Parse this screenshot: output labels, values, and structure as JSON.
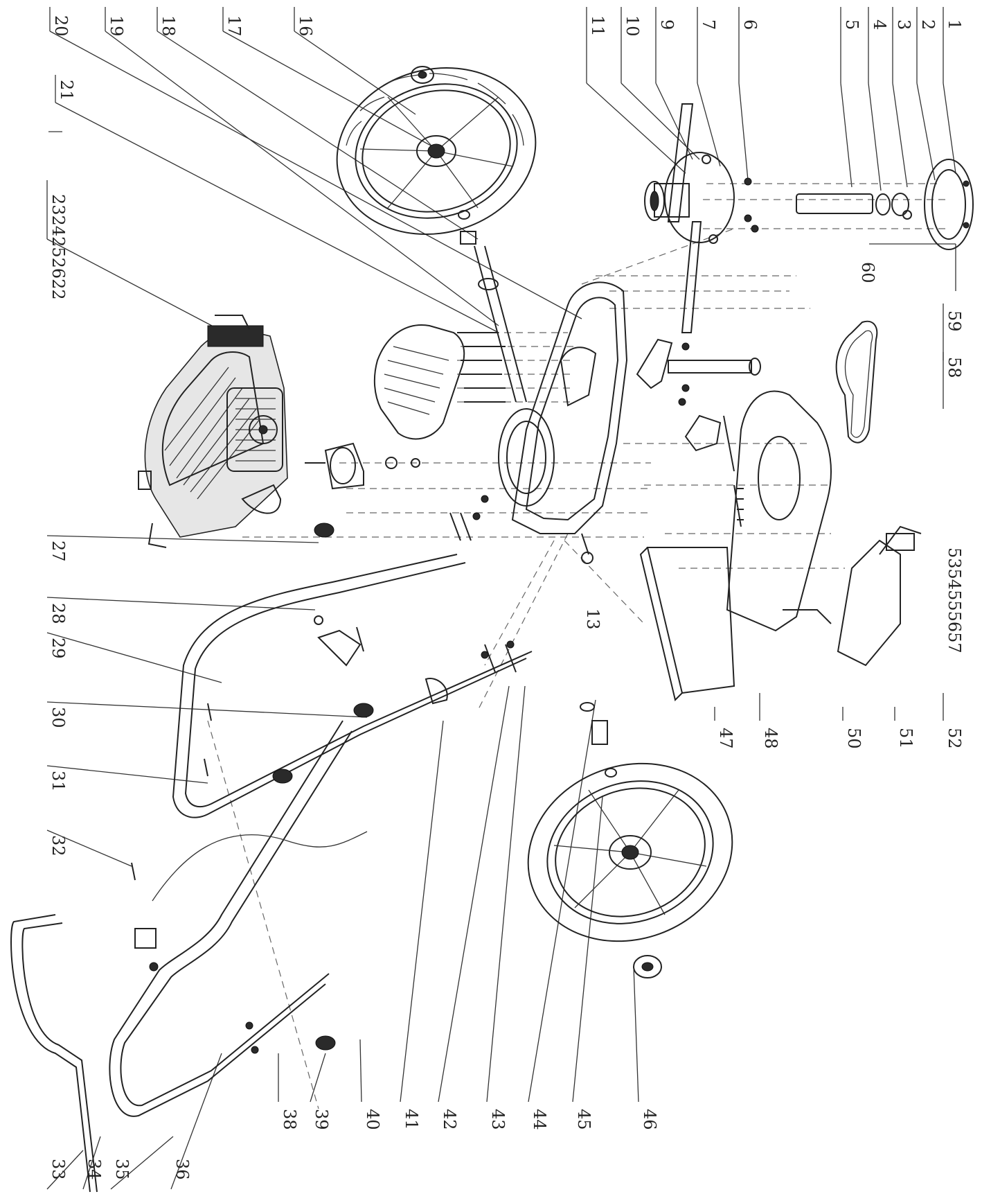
{
  "diagram": {
    "labels": {
      "l1": "1",
      "l2": "2",
      "l3": "3",
      "l4": "4",
      "l5": "5",
      "l6": "6",
      "l7": "7",
      "l9": "9",
      "l10": "10",
      "l11": "11",
      "l13": "13",
      "l16": "16",
      "l17": "17",
      "l18": "18",
      "l19": "19",
      "l20": "20",
      "l21": "21",
      "l22": "2324252622",
      "l27": "27",
      "l28": "28",
      "l29": "29",
      "l30": "30",
      "l31": "31",
      "l32": "32",
      "l33": "33",
      "l34": "34",
      "l35": "35",
      "l36": "36",
      "l38": "38",
      "l39": "39",
      "l40": "40",
      "l41": "41",
      "l42": "42",
      "l43": "43",
      "l44": "44",
      "l45": "45",
      "l46": "46",
      "l47": "47",
      "l48": "48",
      "l50": "50",
      "l51": "51",
      "l52": "52",
      "l53": "5354555657",
      "l58": "58",
      "l59": "59",
      "l60": "60"
    },
    "colors": {
      "line": "#222222",
      "background": "#ffffff",
      "dash": "#666666"
    }
  }
}
